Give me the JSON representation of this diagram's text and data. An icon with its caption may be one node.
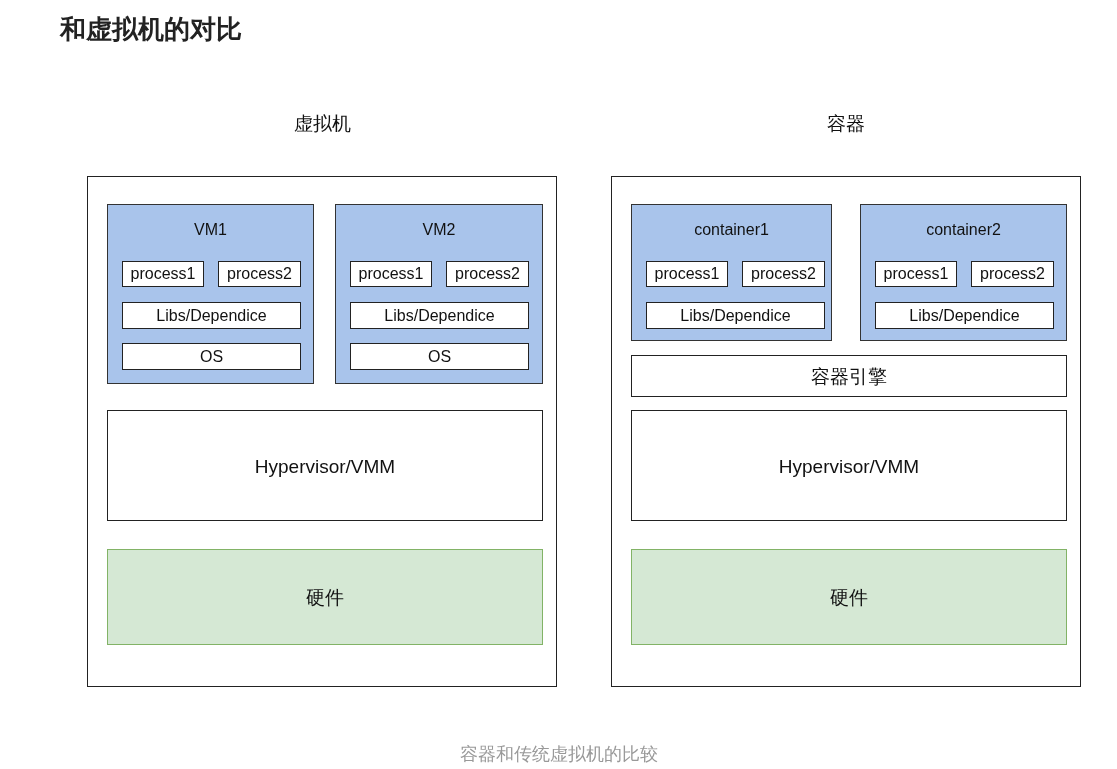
{
  "diagram": {
    "title": "和虚拟机的对比",
    "caption": "容器和传统虚拟机的比较",
    "nodes": [
      {
        "text": [
          "虚拟机"
        ]
      },
      {
        "text": [
          "VM1"
        ],
        "in": 0
      },
      {
        "text": [
          "process1"
        ],
        "in": 1
      },
      {
        "text": [
          "process2"
        ],
        "in": 1
      },
      {
        "text": [
          "Libs/Dependice"
        ],
        "in": 1
      },
      {
        "text": [
          "OS"
        ],
        "in": 1
      },
      {
        "text": [
          "VM2"
        ],
        "in": 0
      },
      {
        "text": [
          "process1"
        ],
        "in": 6
      },
      {
        "text": [
          "process2"
        ],
        "in": 6
      },
      {
        "text": [
          "Libs/Dependice"
        ],
        "in": 6
      },
      {
        "text": [
          "OS"
        ],
        "in": 6
      },
      {
        "text": [
          "Hypervisor/VMM"
        ],
        "in": 0
      },
      {
        "text": [
          "硬件"
        ],
        "in": 0
      },
      {
        "text": [
          "容器"
        ]
      },
      {
        "text": [
          "container1"
        ],
        "in": 13
      },
      {
        "text": [
          "process1"
        ],
        "in": 14
      },
      {
        "text": [
          "process2"
        ],
        "in": 14
      },
      {
        "text": [
          "Libs/Dependice"
        ],
        "in": 14
      },
      {
        "text": [
          "container2"
        ],
        "in": 13
      },
      {
        "text": [
          "process1"
        ],
        "in": 18
      },
      {
        "text": [
          "process2"
        ],
        "in": 18
      },
      {
        "text": [
          "Libs/Dependice"
        ],
        "in": 18
      },
      {
        "text": [
          "容器引擎"
        ],
        "in": 13
      },
      {
        "text": [
          "Hypervisor/VMM"
        ],
        "in": 13
      },
      {
        "text": [
          "硬件"
        ],
        "in": 13
      }
    ],
    "edges": []
  }
}
